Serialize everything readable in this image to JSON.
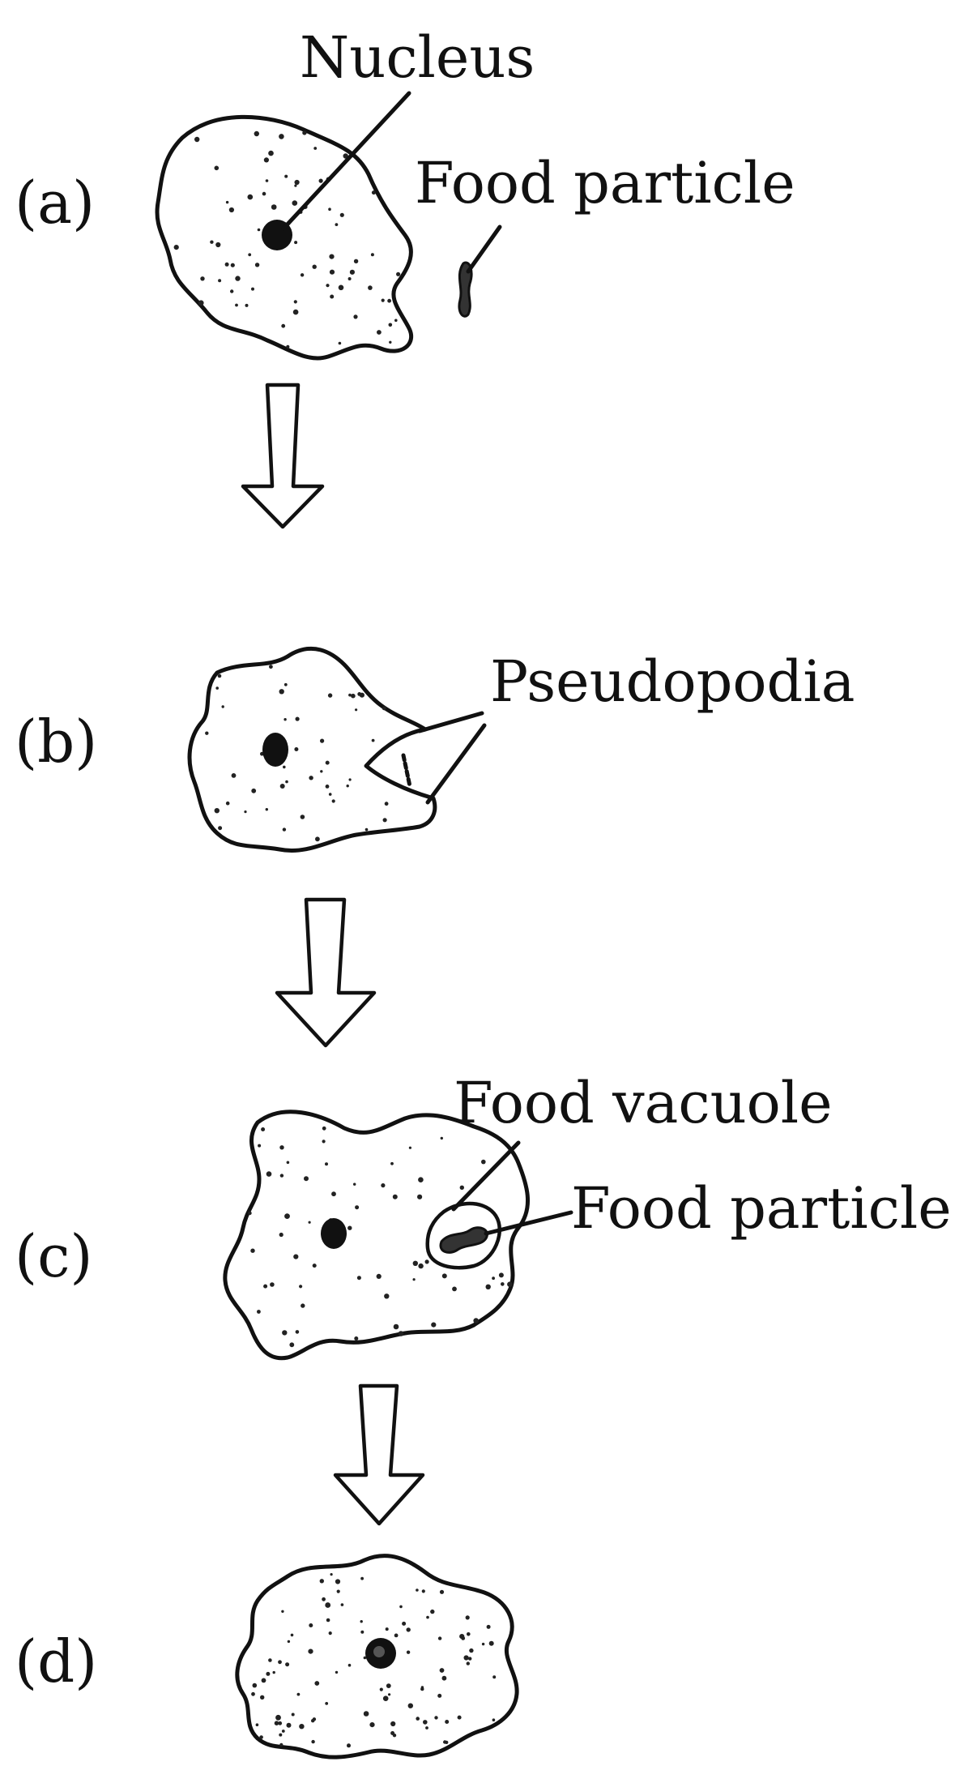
{
  "stages": [
    {
      "label": "(a)"
    },
    {
      "label": "(b)"
    },
    {
      "label": "(c)"
    },
    {
      "label": "(d)"
    }
  ],
  "labels": {
    "nucleus": "Nucleus",
    "food_particle_a": "Food particle",
    "pseudopodia": "Pseudopodia",
    "food_vacuole": "Food vacuole",
    "food_particle_c": "Food particle"
  },
  "colors": {
    "ink": "#111111",
    "background": "#ffffff"
  }
}
